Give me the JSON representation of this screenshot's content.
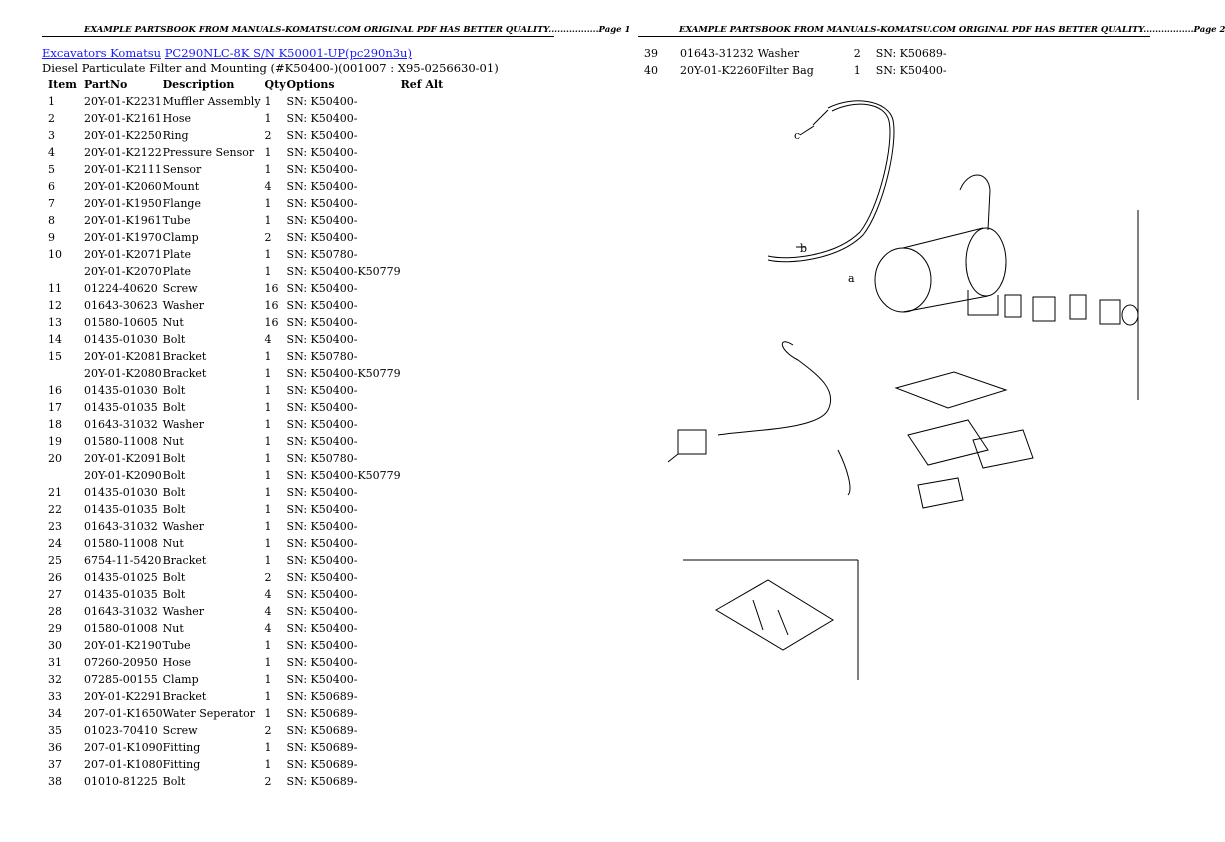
{
  "header": {
    "page1": "EXAMPLE PARTSBOOK FROM MANUALS-KOMATSU.COM ORIGINAL PDF HAS BETTER QUALITY.................Page 1",
    "page2": "EXAMPLE PARTSBOOK FROM MANUALS-KOMATSU.COM ORIGINAL PDF HAS BETTER QUALITY.................Page 2"
  },
  "breadcrumb": {
    "link1": "Excavators Komatsu",
    "link2": "PC290NLC-8K S/N K50001-UP(pc290n3u)"
  },
  "subtitle": "Diesel Particulate Filter and Mounting (#K50400-)(001007 : X95-0256630-01)",
  "columns": {
    "item": "Item",
    "partno": "PartNo",
    "description": "Description",
    "qty": "Qty",
    "options": "Options",
    "refalt": "Ref Alt"
  },
  "rows": [
    {
      "item": "1",
      "partno": "20Y-01-K2231",
      "desc": "Muffler Assembly",
      "qty": "1",
      "opt": "SN: K50400-"
    },
    {
      "item": "2",
      "partno": "20Y-01-K2161",
      "desc": "Hose",
      "qty": "1",
      "opt": "SN: K50400-"
    },
    {
      "item": "3",
      "partno": "20Y-01-K2250",
      "desc": "Ring",
      "qty": "2",
      "opt": "SN: K50400-"
    },
    {
      "item": "4",
      "partno": "20Y-01-K2122",
      "desc": "Pressure Sensor",
      "qty": "1",
      "opt": "SN: K50400-"
    },
    {
      "item": "5",
      "partno": "20Y-01-K2111",
      "desc": "Sensor",
      "qty": "1",
      "opt": "SN: K50400-"
    },
    {
      "item": "6",
      "partno": "20Y-01-K2060",
      "desc": "Mount",
      "qty": "4",
      "opt": "SN: K50400-"
    },
    {
      "item": "7",
      "partno": "20Y-01-K1950",
      "desc": "Flange",
      "qty": "1",
      "opt": "SN: K50400-"
    },
    {
      "item": "8",
      "partno": "20Y-01-K1961",
      "desc": "Tube",
      "qty": "1",
      "opt": "SN: K50400-"
    },
    {
      "item": "9",
      "partno": "20Y-01-K1970",
      "desc": "Clamp",
      "qty": "2",
      "opt": "SN: K50400-"
    },
    {
      "item": "10",
      "partno": "20Y-01-K2071",
      "desc": "Plate",
      "qty": "1",
      "opt": "SN: K50780-"
    },
    {
      "item": "",
      "partno": "20Y-01-K2070",
      "desc": "Plate",
      "qty": "1",
      "opt": "SN: K50400-K50779"
    },
    {
      "item": "11",
      "partno": "01224-40620",
      "desc": "Screw",
      "qty": "16",
      "opt": "SN: K50400-"
    },
    {
      "item": "12",
      "partno": "01643-30623",
      "desc": "Washer",
      "qty": "16",
      "opt": "SN: K50400-"
    },
    {
      "item": "13",
      "partno": "01580-10605",
      "desc": "Nut",
      "qty": "16",
      "opt": "SN: K50400-"
    },
    {
      "item": "14",
      "partno": "01435-01030",
      "desc": "Bolt",
      "qty": "4",
      "opt": "SN: K50400-"
    },
    {
      "item": "15",
      "partno": "20Y-01-K2081",
      "desc": "Bracket",
      "qty": "1",
      "opt": "SN: K50780-"
    },
    {
      "item": "",
      "partno": "20Y-01-K2080",
      "desc": "Bracket",
      "qty": "1",
      "opt": "SN: K50400-K50779"
    },
    {
      "item": "16",
      "partno": "01435-01030",
      "desc": "Bolt",
      "qty": "1",
      "opt": "SN: K50400-"
    },
    {
      "item": "17",
      "partno": "01435-01035",
      "desc": "Bolt",
      "qty": "1",
      "opt": "SN: K50400-"
    },
    {
      "item": "18",
      "partno": "01643-31032",
      "desc": "Washer",
      "qty": "1",
      "opt": "SN: K50400-"
    },
    {
      "item": "19",
      "partno": "01580-11008",
      "desc": "Nut",
      "qty": "1",
      "opt": "SN: K50400-"
    },
    {
      "item": "20",
      "partno": "20Y-01-K2091",
      "desc": "Bolt",
      "qty": "1",
      "opt": "SN: K50780-"
    },
    {
      "item": "",
      "partno": "20Y-01-K2090",
      "desc": "Bolt",
      "qty": "1",
      "opt": "SN: K50400-K50779"
    },
    {
      "item": "21",
      "partno": "01435-01030",
      "desc": "Bolt",
      "qty": "1",
      "opt": "SN: K50400-"
    },
    {
      "item": "22",
      "partno": "01435-01035",
      "desc": "Bolt",
      "qty": "1",
      "opt": "SN: K50400-"
    },
    {
      "item": "23",
      "partno": "01643-31032",
      "desc": "Washer",
      "qty": "1",
      "opt": "SN: K50400-"
    },
    {
      "item": "24",
      "partno": "01580-11008",
      "desc": "Nut",
      "qty": "1",
      "opt": "SN: K50400-"
    },
    {
      "item": "25",
      "partno": "6754-11-5420",
      "desc": "Bracket",
      "qty": "1",
      "opt": "SN: K50400-"
    },
    {
      "item": "26",
      "partno": "01435-01025",
      "desc": "Bolt",
      "qty": "2",
      "opt": "SN: K50400-"
    },
    {
      "item": "27",
      "partno": "01435-01035",
      "desc": "Bolt",
      "qty": "4",
      "opt": "SN: K50400-"
    },
    {
      "item": "28",
      "partno": "01643-31032",
      "desc": "Washer",
      "qty": "4",
      "opt": "SN: K50400-"
    },
    {
      "item": "29",
      "partno": "01580-01008",
      "desc": "Nut",
      "qty": "4",
      "opt": "SN: K50400-"
    },
    {
      "item": "30",
      "partno": "20Y-01-K2190",
      "desc": "Tube",
      "qty": "1",
      "opt": "SN: K50400-"
    },
    {
      "item": "31",
      "partno": "07260-20950",
      "desc": "Hose",
      "qty": "1",
      "opt": "SN: K50400-"
    },
    {
      "item": "32",
      "partno": "07285-00155",
      "desc": "Clamp",
      "qty": "1",
      "opt": "SN: K50400-"
    },
    {
      "item": "33",
      "partno": "20Y-01-K2291",
      "desc": "Bracket",
      "qty": "1",
      "opt": "SN: K50689-"
    },
    {
      "item": "34",
      "partno": "207-01-K1650",
      "desc": "Water Seperator",
      "qty": "1",
      "opt": "SN: K50689-"
    },
    {
      "item": "35",
      "partno": "01023-70410",
      "desc": "Screw",
      "qty": "2",
      "opt": "SN: K50689-"
    },
    {
      "item": "36",
      "partno": "207-01-K1090",
      "desc": "Fitting",
      "qty": "1",
      "opt": "SN: K50689-"
    },
    {
      "item": "37",
      "partno": "207-01-K1080",
      "desc": "Fitting",
      "qty": "1",
      "opt": "SN: K50689-"
    },
    {
      "item": "38",
      "partno": "01010-81225",
      "desc": "Bolt",
      "qty": "2",
      "opt": "SN: K50689-"
    }
  ],
  "rows_page2": [
    {
      "item": "39",
      "partno": "01643-31232",
      "desc": "Washer",
      "qty": "2",
      "opt": "SN: K50689-"
    },
    {
      "item": "40",
      "partno": "20Y-01-K2260",
      "desc": "Filter Bag",
      "qty": "1",
      "opt": "SN: K50400-"
    }
  ],
  "diagram_labels": {
    "a": "a",
    "b": "b",
    "c": "c"
  }
}
